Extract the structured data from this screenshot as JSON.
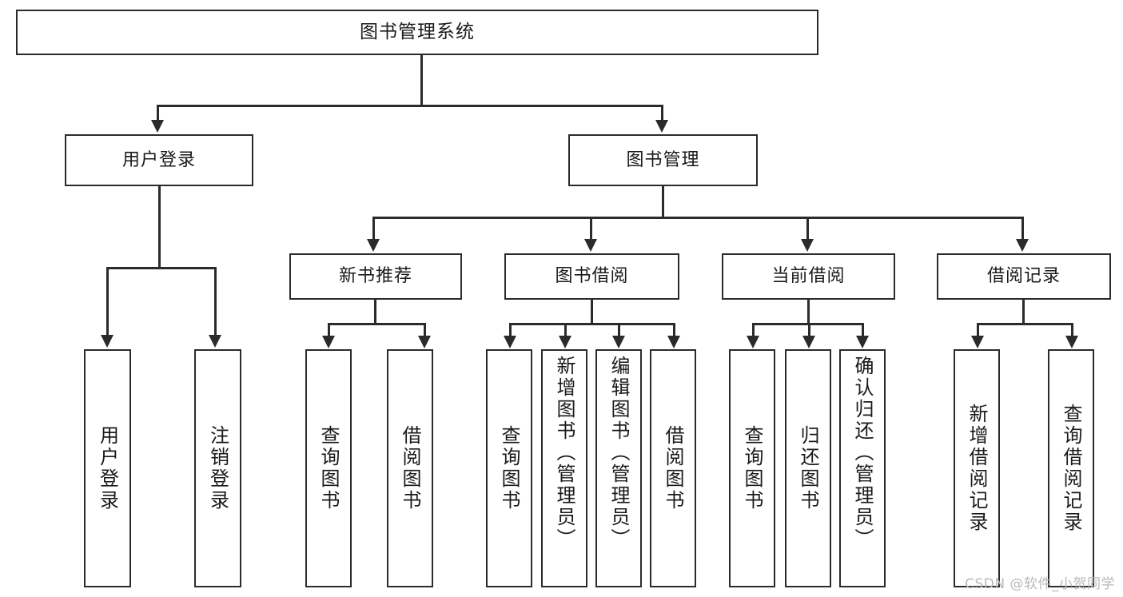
{
  "diagram": {
    "type": "tree-hierarchy",
    "title": "图书管理系统",
    "watermark": "CSDN @软件_小贺同学",
    "colors": {
      "stroke": "#2b2b2b",
      "fill": "#ffffff",
      "text": "#1a1a1a",
      "watermark": "#b9b9b9"
    },
    "nodes": {
      "root": {
        "label": "图书管理系统"
      },
      "level2": [
        {
          "label": "用户登录"
        },
        {
          "label": "图书管理"
        }
      ],
      "level3": [
        {
          "label": "新书推荐"
        },
        {
          "label": "图书借阅"
        },
        {
          "label": "当前借阅"
        },
        {
          "label": "借阅记录"
        }
      ],
      "leaves": {
        "user_login": [
          {
            "label": "用户登录"
          },
          {
            "label": "注销登录"
          }
        ],
        "new_book": [
          {
            "label": "查询图书"
          },
          {
            "label": "借阅图书"
          }
        ],
        "book_borrow": [
          {
            "label": "查询图书"
          },
          {
            "label": "新增图书（管理员）"
          },
          {
            "label": "编辑图书（管理员）"
          },
          {
            "label": "借阅图书"
          }
        ],
        "current_borrow": [
          {
            "label": "查询图书"
          },
          {
            "label": "归还图书"
          },
          {
            "label": "确认归还（管理员）"
          }
        ],
        "borrow_record": [
          {
            "label": "新增借阅记录"
          },
          {
            "label": "查询借阅记录"
          }
        ]
      }
    }
  }
}
